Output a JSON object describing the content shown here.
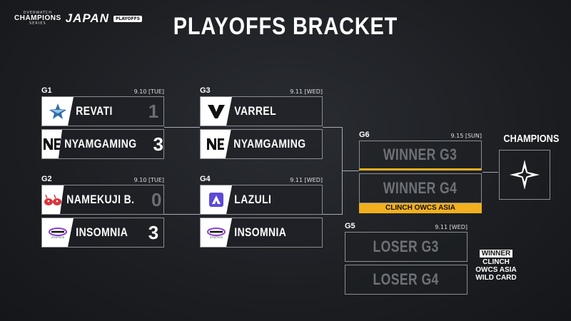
{
  "header": {
    "logo_small": "OVERWATCH",
    "logo_main": "CHAMPIONS",
    "logo_series": "SERIES",
    "logo_region": "JAPAN",
    "logo_badge": "PLAYOFFS",
    "title": "PLAYOFFS BRACKET"
  },
  "matches": {
    "g1": {
      "label": "G1",
      "date": "9.10 [TUE]",
      "teams": [
        {
          "name": "REVATI",
          "score": "1"
        },
        {
          "name": "NYAMGAMING",
          "score": "3"
        }
      ]
    },
    "g2": {
      "label": "G2",
      "date": "9.10 [TUE]",
      "teams": [
        {
          "name": "NAMEKUJI B.",
          "score": "0"
        },
        {
          "name": "INSOMNIA",
          "score": "3"
        }
      ]
    },
    "g3": {
      "label": "G3",
      "date": "9.11 [WED]",
      "teams": [
        {
          "name": "VARREL"
        },
        {
          "name": "NYAMGAMING"
        }
      ]
    },
    "g4": {
      "label": "G4",
      "date": "9.11 [WED]",
      "teams": [
        {
          "name": "LAZULI"
        },
        {
          "name": "INSOMNIA"
        }
      ]
    },
    "g6": {
      "label": "G6",
      "date": "9.15 [SUN]",
      "slots": [
        "WINNER G3",
        "WINNER G4"
      ],
      "clinch": "CLINCH OWCS ASIA"
    },
    "g5": {
      "label": "G5",
      "date": "9.11 [WED]",
      "slots": [
        "LOSER G3",
        "LOSER G4"
      ]
    }
  },
  "champions": {
    "label": "CHAMPIONS"
  },
  "wildcard": {
    "badge": "WINNER",
    "line1": "CLINCH",
    "line2": "OWCS ASIA",
    "line3": "WILD CARD"
  },
  "colors": {
    "accent": "#f2b01e",
    "revati": "#2f6ea8",
    "lazuli": "#5b4bd6",
    "namekuji": "#d9363e",
    "insomnia": "#8a3fd1"
  }
}
